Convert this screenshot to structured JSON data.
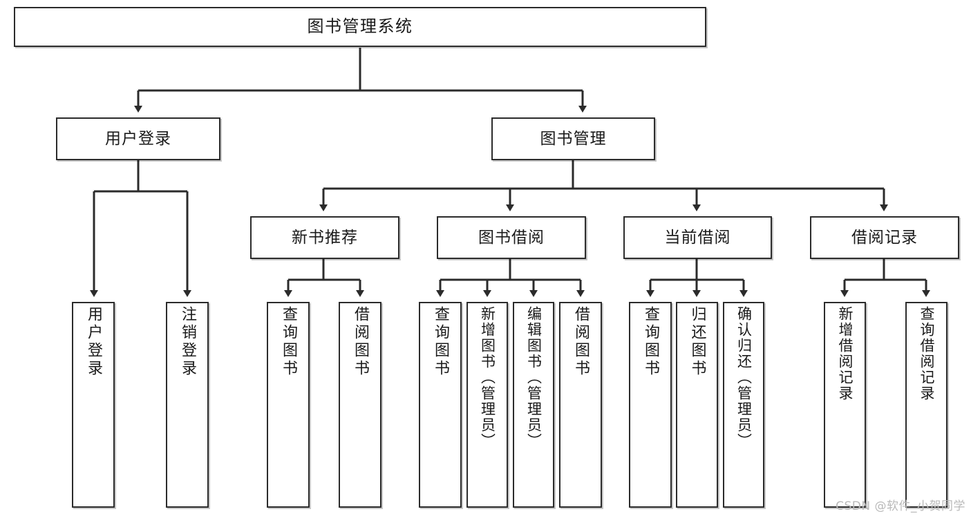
{
  "diagram": {
    "title": "图书管理系统",
    "watermark": "CSDN @软件_小贺同学",
    "line_color": "#2b2b2b",
    "box_fill": "#ffffff",
    "text_color": "#1a1a1a"
  },
  "nodes": {
    "root": {
      "label": "图书管理系统"
    },
    "level2": [
      {
        "label": "用户登录"
      },
      {
        "label": "图书管理"
      }
    ],
    "level3": [
      {
        "label": "新书推荐"
      },
      {
        "label": "图书借阅"
      },
      {
        "label": "当前借阅"
      },
      {
        "label": "借阅记录"
      }
    ],
    "leaves": {
      "user_login": [
        {
          "label": "用户登录"
        },
        {
          "label": "注销登录"
        }
      ],
      "new_book_rec": [
        {
          "label": "查询图书"
        },
        {
          "label": "借阅图书"
        }
      ],
      "book_borrow": [
        {
          "label": "查询图书"
        },
        {
          "label": "新增图书（管理员）"
        },
        {
          "label": "编辑图书（管理员）"
        },
        {
          "label": "借阅图书"
        }
      ],
      "current_borrow": [
        {
          "label": "查询图书"
        },
        {
          "label": "归还图书"
        },
        {
          "label": "确认归还（管理员）"
        }
      ],
      "borrow_record": [
        {
          "label": "新增借阅记录"
        },
        {
          "label": "查询借阅记录"
        }
      ]
    }
  }
}
